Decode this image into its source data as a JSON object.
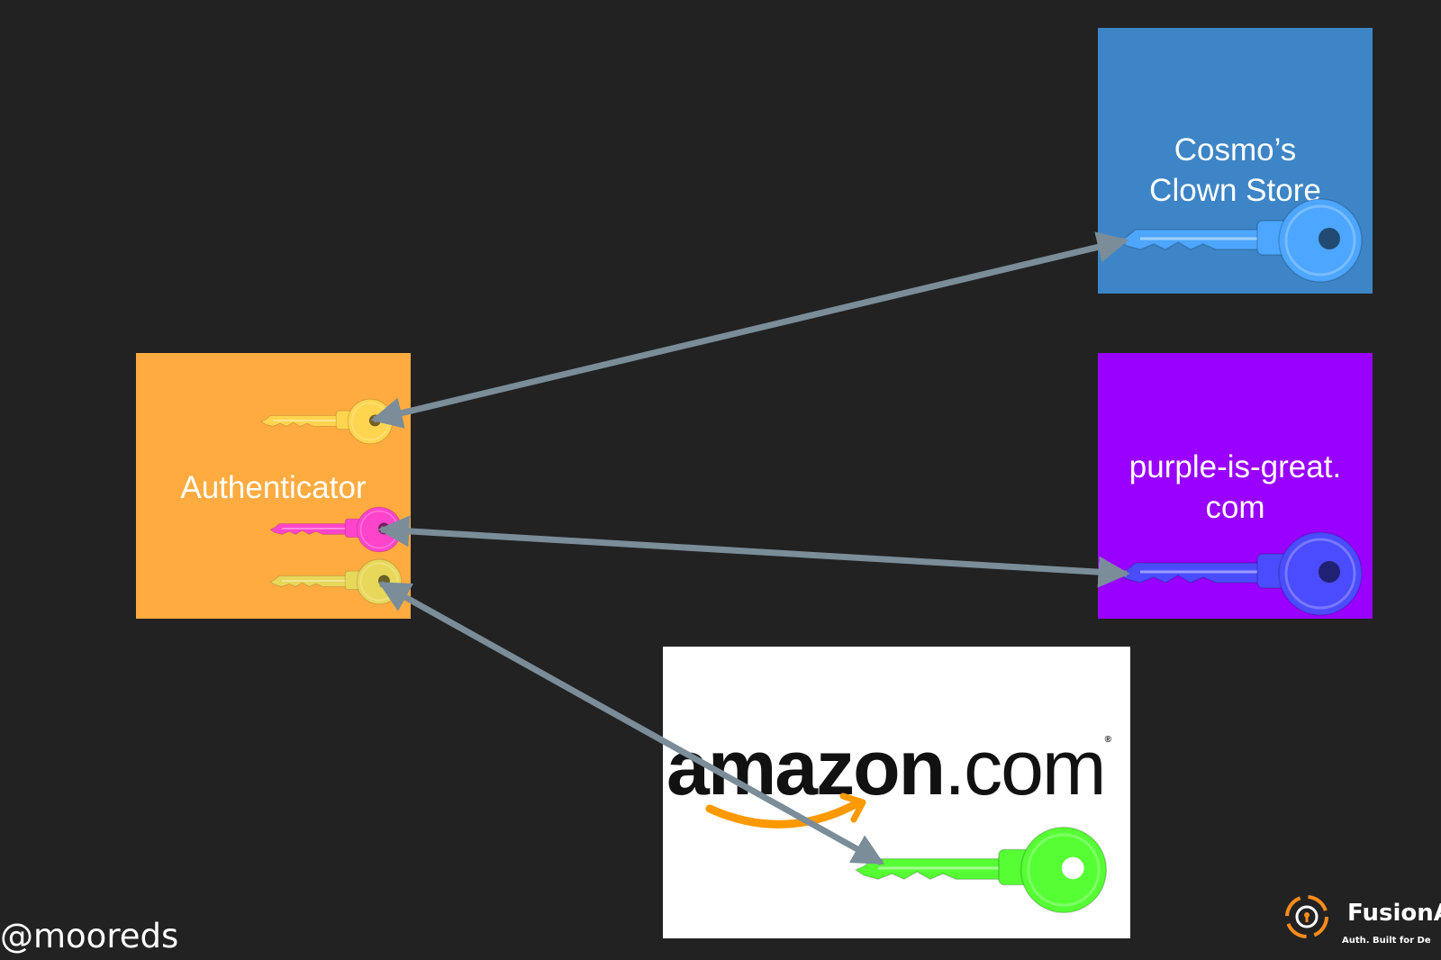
{
  "boxes": {
    "cosmo": {
      "line1": "Cosmo’s",
      "line2": "Clown Store",
      "color": "#3D85C6",
      "key_color": "#4DA6FF"
    },
    "purple": {
      "line1": "purple-is-great.",
      "line2": "com",
      "color": "#9900FF",
      "key_color": "#4B4BFF"
    },
    "authenticator": {
      "label": "Authenticator",
      "color": "#FFAB40",
      "key_colors": [
        "#FFD54F",
        "#FF44CC",
        "#E8D85A"
      ]
    },
    "amazon": {
      "name": "amazon",
      "tld": ".com",
      "reg": "®",
      "color": "#FFFFFF",
      "smile_color": "#FF9900",
      "key_color": "#55FF33"
    }
  },
  "arrow_color": "#7A8D99",
  "footer": {
    "handle": "@mooreds",
    "brand_name": "FusionA",
    "brand_tagline": "Auth. Built for De",
    "brand_icon": "fusionauth-logo-icon"
  }
}
